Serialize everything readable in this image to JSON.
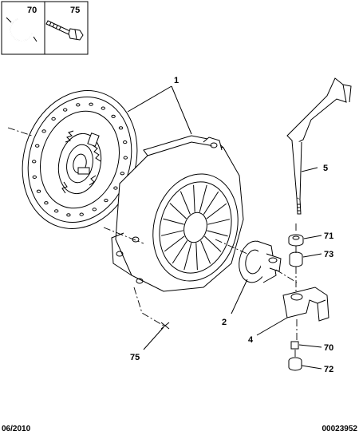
{
  "legend_box": {
    "cells": [
      {
        "ref": "70",
        "icon": "circlip-icon"
      },
      {
        "ref": "75",
        "icon": "bolt-icon"
      }
    ]
  },
  "callouts": {
    "clutch_set": "1",
    "release_bearing": "2",
    "fork_bracket": "4",
    "release_fork": "5",
    "bush_71": "71",
    "ring_73": "73",
    "circlip_70": "70",
    "bush_72": "72",
    "bolt_75": "75"
  },
  "footer": {
    "date": "06/2010",
    "diagram_number": "00023952"
  }
}
